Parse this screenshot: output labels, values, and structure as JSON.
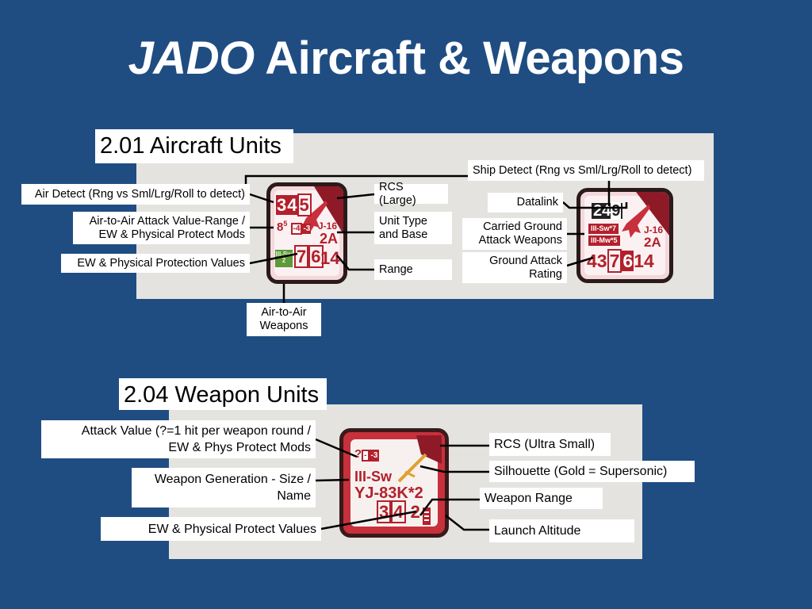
{
  "title": {
    "italic": "JADO",
    "rest": " Aircraft & Weapons"
  },
  "aircraft": {
    "header": "2.01 Aircraft Units",
    "labels": {
      "air_detect": "Air Detect (Rng vs Sml/Lrg/Roll to detect)",
      "a2a_line1": "Air-to-Air Attack Value-Range /",
      "a2a_line2": "EW & Physical Protect Mods",
      "ew_values": "EW & Physical Protection Values",
      "rcs": "RCS (Large)",
      "unit_line1": "Unit Type",
      "unit_line2": "and Base",
      "range": "Range",
      "a2a_weapons_line1": "Air-to-Air",
      "a2a_weapons_line2": "Weapons",
      "ship_detect": "Ship Detect (Rng vs Sml/Lrg/Roll to detect)",
      "datalink": "Datalink",
      "carried_line1": "Carried Ground",
      "carried_line2": "Attack Weapons",
      "gar_line1": "Ground Attack",
      "gar_line2": "Rating"
    },
    "counter1": {
      "d1": "3",
      "d2": "4",
      "d3": "5",
      "attack": "8",
      "attack_sup": "5",
      "mod1": "-4",
      "mod2": "-3",
      "type": "J-16",
      "base": "2A",
      "weapon": "III-Sw",
      "weapon_count": "2",
      "ew": "7",
      "phys": "6",
      "range": "14"
    },
    "counter2": {
      "d1": "2",
      "d2": "4",
      "d3": "9",
      "w1": "III-Sw*7",
      "w2": "III-Mw*5",
      "gar": "43",
      "ew": "7",
      "phys": "6",
      "type": "J-16",
      "base": "2A",
      "range": "14"
    }
  },
  "weapons": {
    "header": "2.04 Weapon Units",
    "labels": {
      "attack_line1": "Attack Value (?=1 hit per weapon round /",
      "attack_line2": "EW & Phys Protect Mods",
      "gen_line1": "Weapon Generation - Size /",
      "gen_line2": "Name",
      "ew_values": "EW & Physical Protect  Values",
      "rcs": "RCS (Ultra Small)",
      "silhouette": "Silhouette (Gold = Supersonic)",
      "range": "Weapon Range",
      "altitude": "Launch Altitude"
    },
    "counter": {
      "attack": "?",
      "mod1": "-",
      "mod2": "-3",
      "gen": "III-Sw",
      "name": "YJ-83K*2",
      "ew": "3",
      "phys": "4",
      "range": "2"
    }
  },
  "colors": {
    "background": "#1f4d82",
    "counter_red": "#b3202c",
    "gold": "#e0a030"
  }
}
